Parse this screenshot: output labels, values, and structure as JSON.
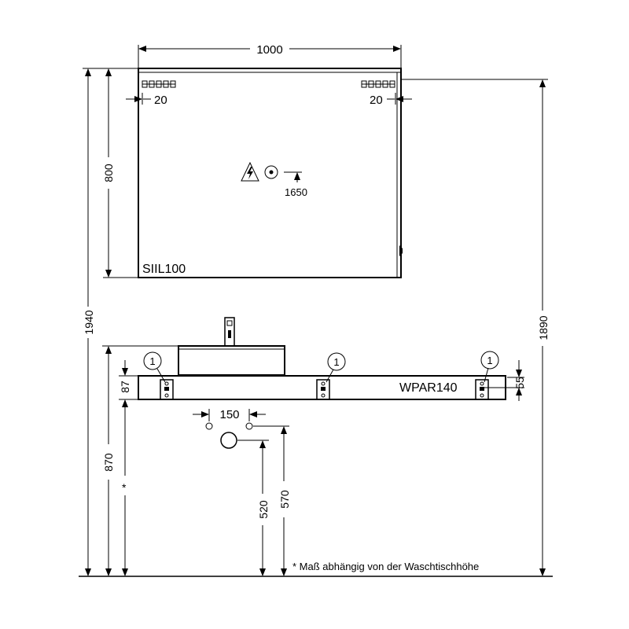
{
  "mirror": {
    "label": "SIIL100",
    "width_dim": "1000",
    "height_dim": "800",
    "inset_left_dim": "20",
    "inset_right_dim": "20",
    "socket_height_dim": "1650"
  },
  "vanity": {
    "label": "WPAR140",
    "thickness_dim": "87",
    "bracket_height_dim": "55",
    "marker_label": "1",
    "total_height_dim": "870",
    "star_mark": "*"
  },
  "connections": {
    "spacing_dim": "150",
    "drain_height_dim": "520",
    "supply_height_dim": "570"
  },
  "overall": {
    "left_height_dim": "1940",
    "right_height_dim": "1890"
  },
  "note": "* Maß abhängig von der Waschtischhöhe",
  "icons": [
    "warning-electric-icon",
    "socket-icon"
  ]
}
